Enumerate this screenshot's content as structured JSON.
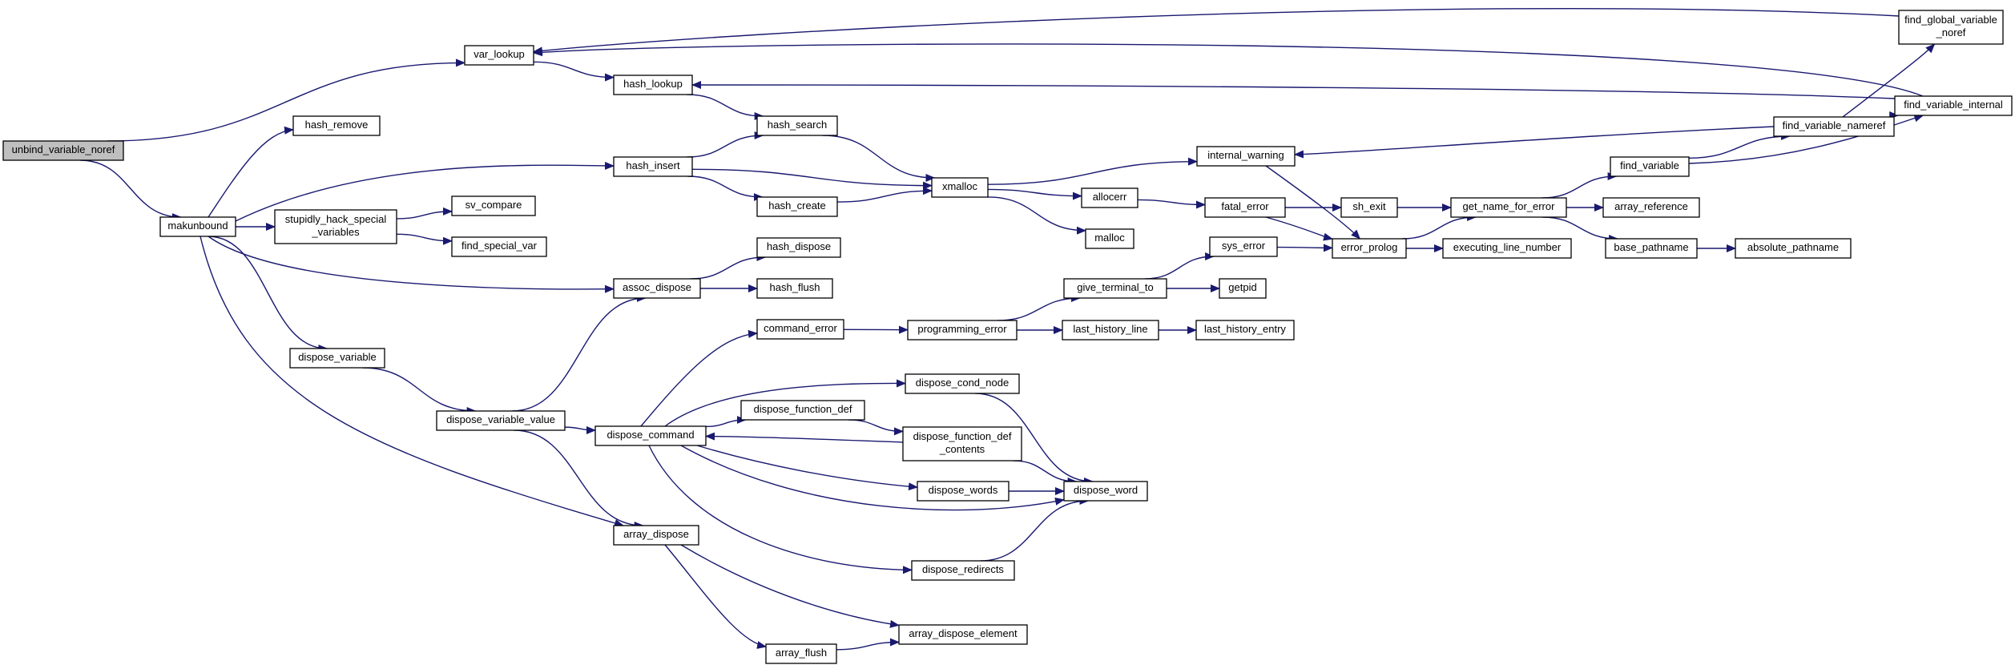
{
  "diagram": {
    "type": "call-graph",
    "accent_color": "#191970",
    "root_fill": "#bfbfbf",
    "nodes": [
      {
        "id": "unbind",
        "label": "unbind_variable_noref"
      },
      {
        "id": "var_lookup",
        "label": "var_lookup"
      },
      {
        "id": "makunbound",
        "label": "makunbound"
      },
      {
        "id": "hash_lookup",
        "label": "hash_lookup"
      },
      {
        "id": "hash_remove",
        "label": "hash_remove"
      },
      {
        "id": "hash_search",
        "label": "hash_search"
      },
      {
        "id": "hash_insert",
        "label": "hash_insert"
      },
      {
        "id": "hash_create",
        "label": "hash_create"
      },
      {
        "id": "xmalloc",
        "label": "xmalloc"
      },
      {
        "id": "stupidly",
        "label": "stupidly_hack_special\n_variables"
      },
      {
        "id": "sv_compare",
        "label": "sv_compare"
      },
      {
        "id": "find_special_var",
        "label": "find_special_var"
      },
      {
        "id": "assoc_dispose",
        "label": "assoc_dispose"
      },
      {
        "id": "hash_dispose",
        "label": "hash_dispose"
      },
      {
        "id": "hash_flush",
        "label": "hash_flush"
      },
      {
        "id": "dispose_variable",
        "label": "dispose_variable"
      },
      {
        "id": "dispose_variable_value",
        "label": "dispose_variable_value"
      },
      {
        "id": "dispose_command",
        "label": "dispose_command"
      },
      {
        "id": "array_dispose",
        "label": "array_dispose"
      },
      {
        "id": "array_flush",
        "label": "array_flush"
      },
      {
        "id": "array_dispose_element",
        "label": "array_dispose_element"
      },
      {
        "id": "command_error",
        "label": "command_error"
      },
      {
        "id": "programming_error",
        "label": "programming_error"
      },
      {
        "id": "give_terminal_to",
        "label": "give_terminal_to"
      },
      {
        "id": "last_history_line",
        "label": "last_history_line"
      },
      {
        "id": "last_history_entry",
        "label": "last_history_entry"
      },
      {
        "id": "getpid",
        "label": "getpid"
      },
      {
        "id": "sys_error",
        "label": "sys_error"
      },
      {
        "id": "dispose_cond_node",
        "label": "dispose_cond_node"
      },
      {
        "id": "dispose_function_def",
        "label": "dispose_function_def"
      },
      {
        "id": "dispose_function_def_contents",
        "label": "dispose_function_def\n_contents"
      },
      {
        "id": "dispose_words",
        "label": "dispose_words"
      },
      {
        "id": "dispose_word",
        "label": "dispose_word"
      },
      {
        "id": "dispose_redirects",
        "label": "dispose_redirects"
      },
      {
        "id": "allocerr",
        "label": "allocerr"
      },
      {
        "id": "malloc",
        "label": "malloc"
      },
      {
        "id": "internal_warning",
        "label": "internal_warning"
      },
      {
        "id": "fatal_error",
        "label": "fatal_error"
      },
      {
        "id": "sh_exit",
        "label": "sh_exit"
      },
      {
        "id": "error_prolog",
        "label": "error_prolog"
      },
      {
        "id": "executing_line_number",
        "label": "executing_line_number"
      },
      {
        "id": "get_name_for_error",
        "label": "get_name_for_error"
      },
      {
        "id": "find_variable",
        "label": "find_variable"
      },
      {
        "id": "array_reference",
        "label": "array_reference"
      },
      {
        "id": "base_pathname",
        "label": "base_pathname"
      },
      {
        "id": "absolute_pathname",
        "label": "absolute_pathname"
      },
      {
        "id": "find_variable_nameref",
        "label": "find_variable_nameref"
      },
      {
        "id": "find_variable_internal",
        "label": "find_variable_internal"
      },
      {
        "id": "find_global_variable_noref",
        "label": "find_global_variable\n_noref"
      }
    ],
    "edges": [
      [
        "unbind",
        "var_lookup"
      ],
      [
        "unbind",
        "makunbound"
      ],
      [
        "var_lookup",
        "hash_lookup"
      ],
      [
        "hash_lookup",
        "hash_search"
      ],
      [
        "hash_search",
        "xmalloc"
      ],
      [
        "makunbound",
        "hash_remove"
      ],
      [
        "makunbound",
        "hash_insert"
      ],
      [
        "makunbound",
        "stupidly"
      ],
      [
        "makunbound",
        "assoc_dispose"
      ],
      [
        "makunbound",
        "dispose_variable"
      ],
      [
        "makunbound",
        "array_dispose"
      ],
      [
        "hash_insert",
        "hash_search"
      ],
      [
        "hash_insert",
        "xmalloc"
      ],
      [
        "hash_insert",
        "hash_create"
      ],
      [
        "hash_create",
        "xmalloc"
      ],
      [
        "stupidly",
        "sv_compare"
      ],
      [
        "stupidly",
        "find_special_var"
      ],
      [
        "assoc_dispose",
        "hash_dispose"
      ],
      [
        "assoc_dispose",
        "hash_flush"
      ],
      [
        "dispose_variable",
        "dispose_variable_value"
      ],
      [
        "dispose_variable_value",
        "assoc_dispose"
      ],
      [
        "dispose_variable_value",
        "dispose_command"
      ],
      [
        "dispose_variable_value",
        "array_dispose"
      ],
      [
        "array_dispose",
        "array_flush"
      ],
      [
        "array_dispose",
        "array_dispose_element"
      ],
      [
        "array_flush",
        "array_dispose_element"
      ],
      [
        "dispose_command",
        "command_error"
      ],
      [
        "dispose_command",
        "dispose_cond_node"
      ],
      [
        "dispose_command",
        "dispose_function_def"
      ],
      [
        "dispose_command",
        "dispose_words"
      ],
      [
        "dispose_command",
        "dispose_word"
      ],
      [
        "dispose_command",
        "dispose_redirects"
      ],
      [
        "dispose_function_def",
        "dispose_function_def_contents"
      ],
      [
        "dispose_function_def_contents",
        "dispose_command"
      ],
      [
        "dispose_function_def_contents",
        "dispose_word"
      ],
      [
        "dispose_cond_node",
        "dispose_word"
      ],
      [
        "dispose_words",
        "dispose_word"
      ],
      [
        "dispose_redirects",
        "dispose_word"
      ],
      [
        "command_error",
        "programming_error"
      ],
      [
        "programming_error",
        "give_terminal_to"
      ],
      [
        "programming_error",
        "last_history_line"
      ],
      [
        "last_history_line",
        "last_history_entry"
      ],
      [
        "give_terminal_to",
        "sys_error"
      ],
      [
        "give_terminal_to",
        "getpid"
      ],
      [
        "sys_error",
        "error_prolog"
      ],
      [
        "xmalloc",
        "internal_warning"
      ],
      [
        "xmalloc",
        "allocerr"
      ],
      [
        "xmalloc",
        "malloc"
      ],
      [
        "allocerr",
        "fatal_error"
      ],
      [
        "internal_warning",
        "error_prolog"
      ],
      [
        "fatal_error",
        "sh_exit"
      ],
      [
        "fatal_error",
        "error_prolog"
      ],
      [
        "sh_exit",
        "get_name_for_error"
      ],
      [
        "error_prolog",
        "get_name_for_error"
      ],
      [
        "error_prolog",
        "executing_line_number"
      ],
      [
        "get_name_for_error",
        "find_variable"
      ],
      [
        "get_name_for_error",
        "array_reference"
      ],
      [
        "get_name_for_error",
        "base_pathname"
      ],
      [
        "base_pathname",
        "absolute_pathname"
      ],
      [
        "find_variable",
        "find_variable_nameref"
      ],
      [
        "find_variable",
        "find_variable_internal"
      ],
      [
        "find_variable_nameref",
        "find_variable_internal"
      ],
      [
        "find_variable_nameref",
        "find_global_variable_noref"
      ],
      [
        "find_variable_nameref",
        "internal_warning"
      ],
      [
        "find_variable_internal",
        "var_lookup"
      ],
      [
        "find_variable_internal",
        "hash_lookup"
      ],
      [
        "find_global_variable_noref",
        "var_lookup"
      ]
    ]
  }
}
